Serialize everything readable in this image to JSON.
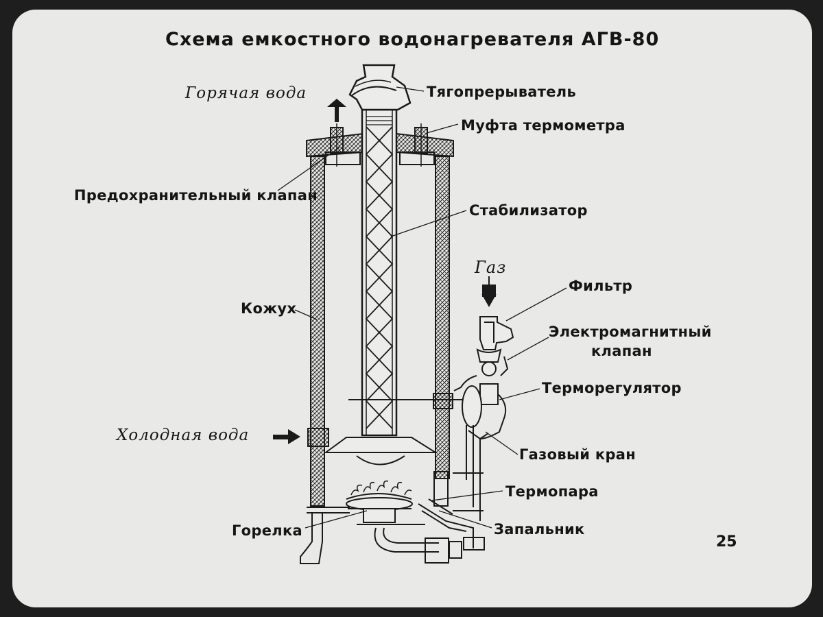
{
  "title": "Схема емкостного водонагревателя АГВ-80",
  "page_number": "25",
  "flows": {
    "hot_water": "Горячая вода",
    "cold_water": "Холодная вода",
    "gas": "Газ"
  },
  "labels": {
    "draft_breaker": "Тягопрерыватель",
    "thermometer_sleeve": "Муфта термометра",
    "safety_valve": "Предохранительный клапан",
    "stabilizer": "Стабилизатор",
    "casing": "Кожух",
    "filter": "Фильтр",
    "solenoid_valve_line1": "Электромагнитный",
    "solenoid_valve_line2": "клапан",
    "thermostat": "Терморегулятор",
    "gas_cock": "Газовый кран",
    "thermocouple": "Термопара",
    "burner": "Горелка",
    "pilot": "Запальник"
  }
}
